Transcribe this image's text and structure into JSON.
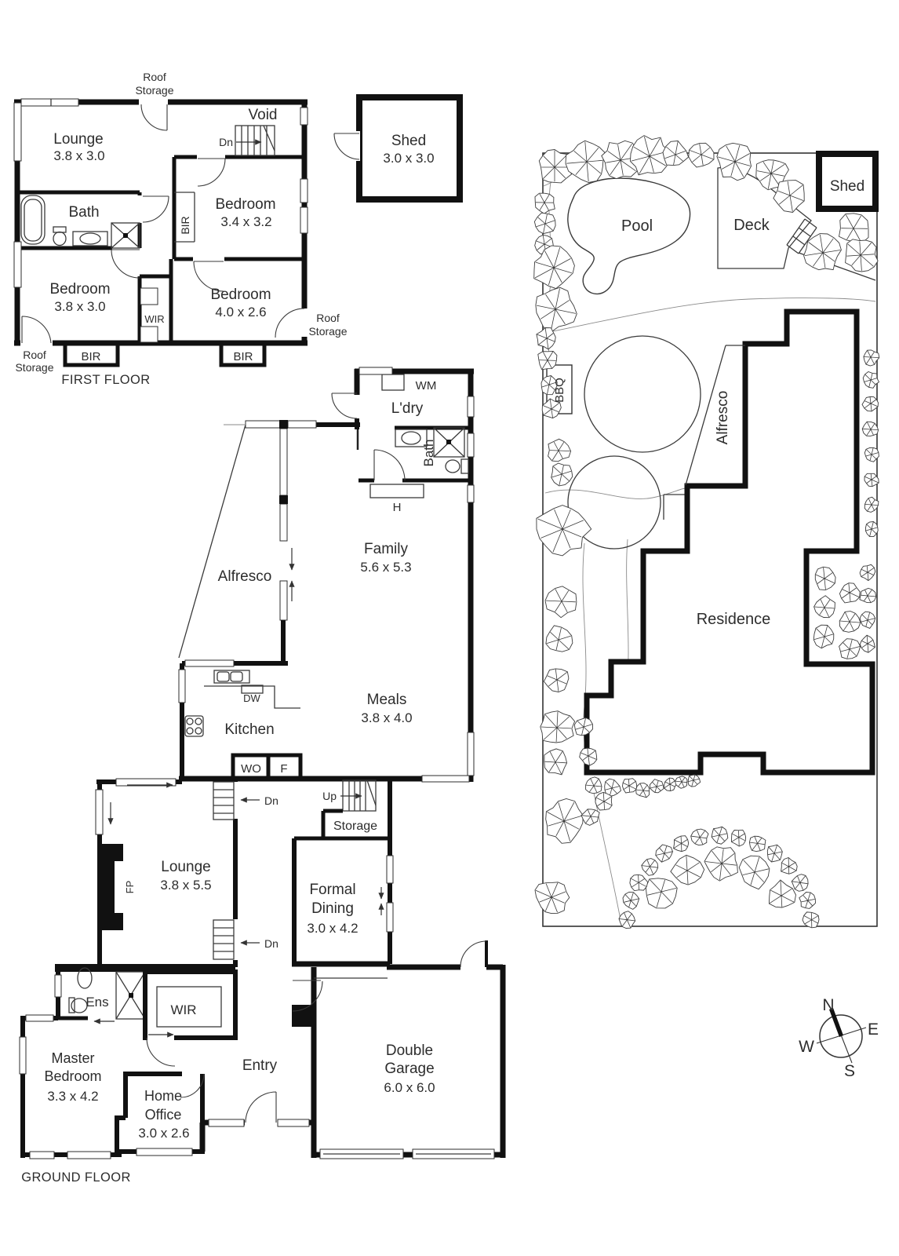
{
  "first_floor": {
    "title": "FIRST FLOOR",
    "roof": "Roof",
    "storage": "Storage",
    "lounge": "Lounge",
    "lounge_dim": "3.8 x 3.0",
    "void": "Void",
    "dn": "Dn",
    "bath": "Bath",
    "bir": "BIR",
    "wir": "WIR",
    "bedroom": "Bedroom",
    "bedroom1_dim": "3.4 x 3.2",
    "bedroom2_dim": "3.8 x 3.0",
    "bedroom3_dim": "4.0 x 2.6"
  },
  "shed": {
    "name": "Shed",
    "dim": "3.0 x 3.0"
  },
  "site": {
    "pool": "Pool",
    "deck": "Deck",
    "shed": "Shed",
    "bbq": "BBQ",
    "alfresco": "Alfresco",
    "residence": "Residence"
  },
  "ground_floor": {
    "title": "GROUND FLOOR",
    "wm": "WM",
    "ldry": "L'dry",
    "bath": "Bath",
    "h": "H",
    "family": "Family",
    "family_dim": "5.6 x 5.3",
    "alfresco": "Alfresco",
    "kitchen": "Kitchen",
    "dw": "DW",
    "wo": "WO",
    "f": "F",
    "meals": "Meals",
    "meals_dim": "3.8 x 4.0",
    "lounge": "Lounge",
    "lounge_dim": "3.8 x 5.5",
    "fp": "FP",
    "dn": "Dn",
    "up": "Up",
    "storage": "Storage",
    "formal": "Formal",
    "dining": "Dining",
    "dining_dim": "3.0 x 4.2",
    "ens": "Ens",
    "wir": "WIR",
    "master": "Master",
    "bedroom": "Bedroom",
    "master_dim": "3.3 x 4.2",
    "home": "Home",
    "office": "Office",
    "office_dim": "3.0 x 2.6",
    "entry": "Entry",
    "double": "Double",
    "garage": "Garage",
    "garage_dim": "6.0 x 6.0"
  },
  "compass": {
    "n": "N",
    "e": "E",
    "s": "S",
    "w": "W"
  }
}
